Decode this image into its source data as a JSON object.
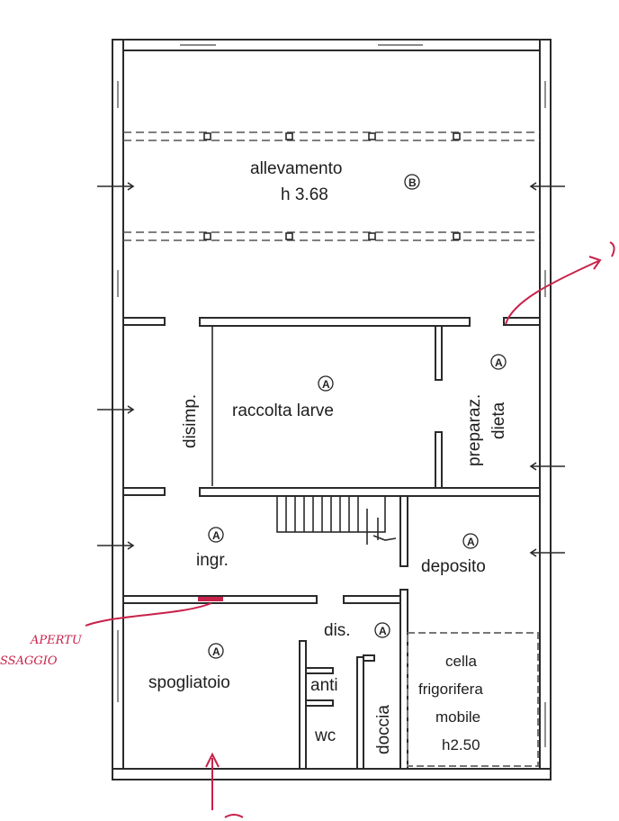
{
  "rooms": {
    "allevamento": {
      "name": "allevamento",
      "height": "h 3.68",
      "marker": "B"
    },
    "raccolta": {
      "name": "raccolta larve",
      "marker": "A"
    },
    "disimp": {
      "name": "disimp."
    },
    "preparaz": {
      "line1": "preparaz.",
      "line2": "dieta",
      "marker": "A"
    },
    "ingr": {
      "name": "ingr.",
      "marker": "A"
    },
    "deposito": {
      "name": "deposito",
      "marker": "A"
    },
    "spogliatoio": {
      "name": "spogliatoio",
      "marker": "A"
    },
    "dis": {
      "name": "dis.",
      "marker": "A"
    },
    "anti": {
      "name": "anti"
    },
    "wc": {
      "name": "wc"
    },
    "doccia": {
      "name": "doccia"
    },
    "cella": {
      "line1": "cella",
      "line2": "frigorifera",
      "line3": "mobile",
      "line4": "h2.50"
    }
  },
  "annotations": {
    "note_line1": "APERTU",
    "note_line2": "SSAGGIO",
    "colors": {
      "annotation": "#c8214a",
      "walls": "#2a2a2a"
    }
  }
}
